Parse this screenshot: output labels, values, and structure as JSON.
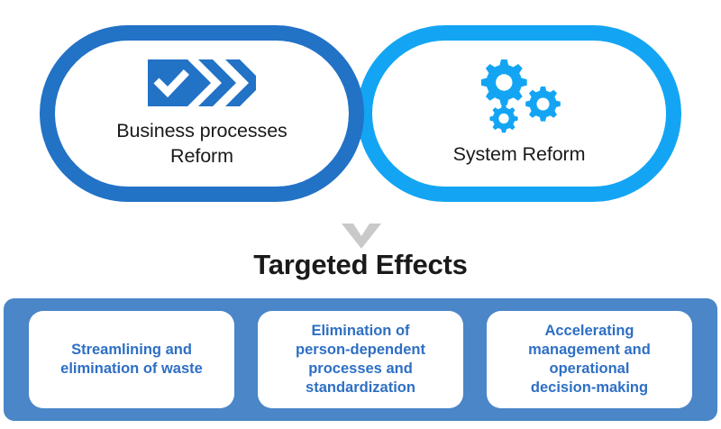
{
  "diagram": {
    "title": "Targeted Effects",
    "arrow_icon": "chevron-down-icon",
    "capsules": [
      {
        "id": "business-processes-reform",
        "label": "Business processes\nReform",
        "icon": "check-arrows-icon",
        "ring_color": "#2272C6",
        "icon_color": "#2272C6"
      },
      {
        "id": "system-reform",
        "label": "System Reform",
        "icon": "gears-icon",
        "ring_color": "#13A5F3",
        "icon_color": "#13A5F3"
      }
    ],
    "effects_panel": {
      "background_color": "#4A86C8",
      "text_color": "#2E6FC4",
      "boxes": [
        {
          "id": "streamlining",
          "text": "Streamlining and\nelimination of waste"
        },
        {
          "id": "elimination-person-dependent",
          "text": "Elimination of\nperson-dependent\nprocesses and\nstandardization"
        },
        {
          "id": "accelerating-decisions",
          "text": "Accelerating\nmanagement and\noperational\ndecision-making"
        }
      ]
    }
  }
}
